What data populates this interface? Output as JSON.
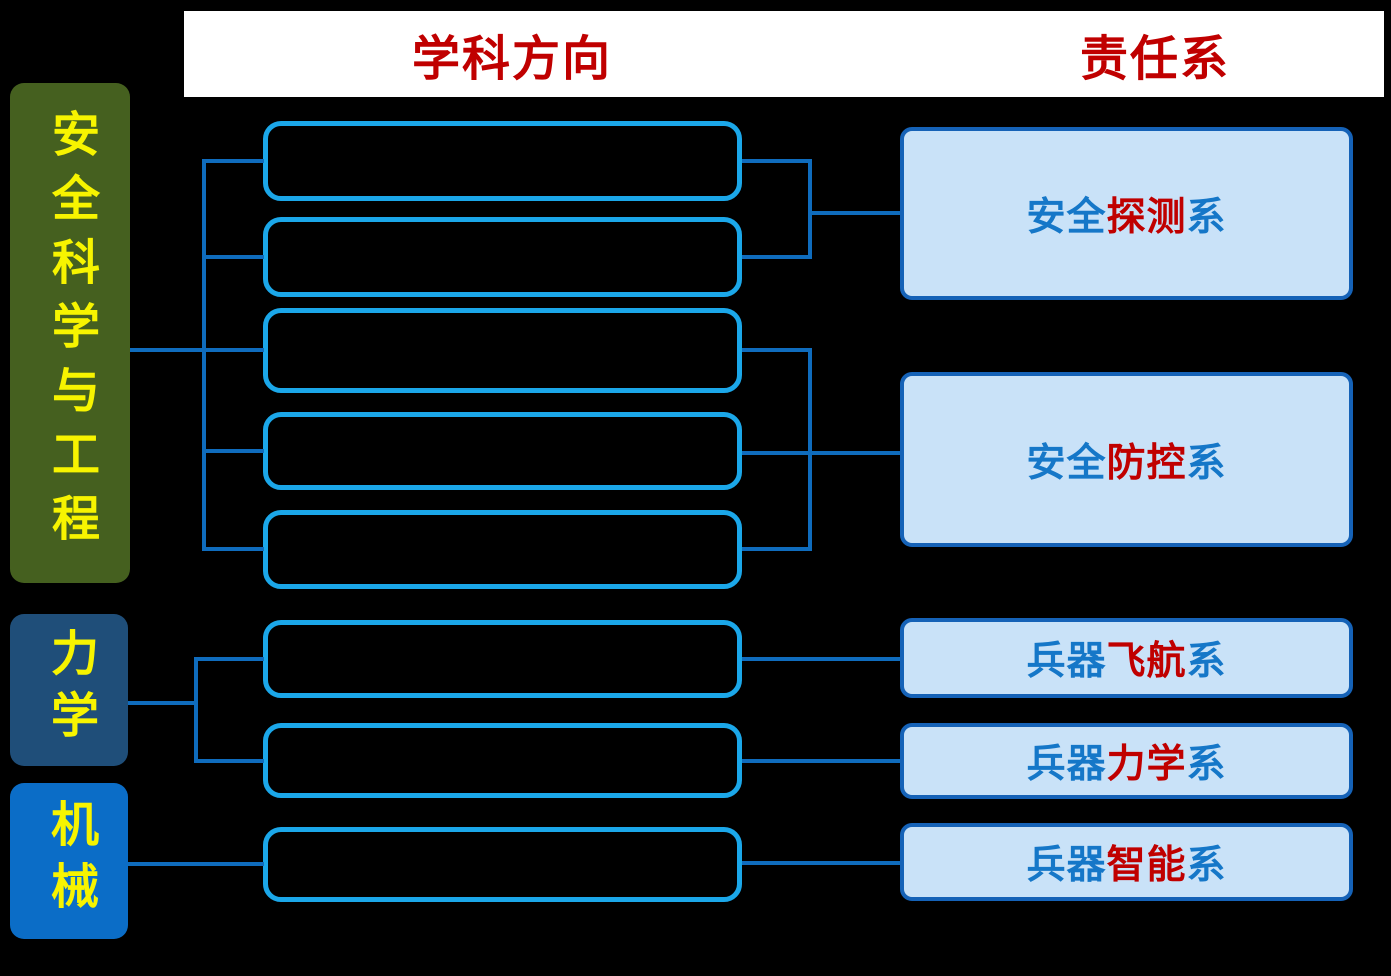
{
  "headers": {
    "left": "学科方向",
    "right": "责任系"
  },
  "categories": [
    {
      "label": "安全科学与工程",
      "color": "#45601F"
    },
    {
      "label": "力学",
      "color": "#1F4E79"
    },
    {
      "label": "机械",
      "color": "#0B6DC7"
    }
  ],
  "direction_box_labels": [
    "",
    "",
    "",
    "",
    "",
    "",
    "",
    ""
  ],
  "responsibility_boxes": [
    {
      "prefix": "安全",
      "highlight": "探测",
      "suffix": "系"
    },
    {
      "prefix": "安全",
      "highlight": "防控",
      "suffix": "系"
    },
    {
      "prefix": "兵器",
      "highlight": "飞航",
      "suffix": "系"
    },
    {
      "prefix": "兵器",
      "highlight": "力学",
      "suffix": "系"
    },
    {
      "prefix": "兵器",
      "highlight": "智能",
      "suffix": "系"
    }
  ],
  "colors": {
    "header_red": "#C00000",
    "green_box": "#45601F",
    "navy_box": "#1F4E79",
    "bright_blue_box": "#0B6DC7",
    "label_yellow": "#F7F400",
    "middle_box_border": "#1BA7E9",
    "connector_blue": "#0F6CBD",
    "right_box_fill": "#C9E2F8",
    "right_box_border": "#1562B7",
    "right_text_blue": "#1577C8",
    "highlight_red": "#C00000"
  }
}
